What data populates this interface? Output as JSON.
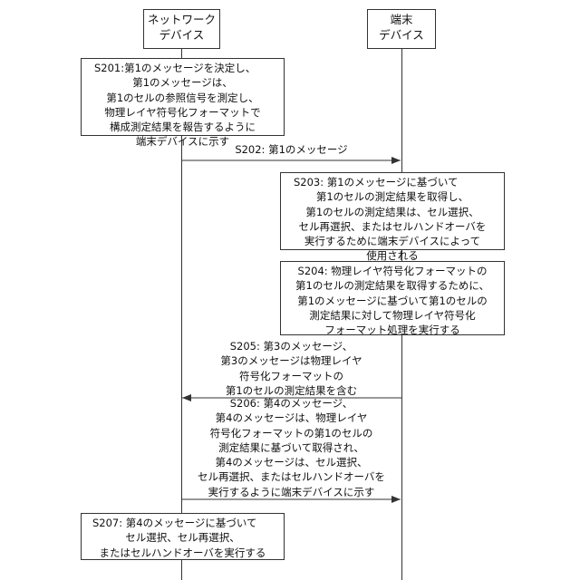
{
  "participants": {
    "network": [
      "ネットワーク",
      "デバイス"
    ],
    "terminal": [
      "端末",
      "デバイス"
    ]
  },
  "steps": {
    "s201": [
      "S201:第1のメッセージを決定し、",
      "第1のメッセージは、",
      "第1のセルの参照信号を測定し、",
      "物理レイヤ符号化フォーマットで",
      "構成測定結果を報告するように",
      "端末デバイスに示す"
    ],
    "s202": [
      "S202: 第1のメッセージ"
    ],
    "s203": [
      "S203: 第1のメッセージに基づいて",
      "第1のセルの測定結果を取得し、",
      "第1のセルの測定結果は、セル選択、",
      "セル再選択、またはセルハンドオーバを",
      "実行するために端末デバイスによって",
      "使用される"
    ],
    "s204": [
      "S204: 物理レイヤ符号化フォーマットの",
      "第1のセルの測定結果を取得するために、",
      "第1のメッセージに基づいて第1のセルの",
      "測定結果に対して物理レイヤ符号化",
      "フォーマット処理を実行する"
    ],
    "s205": [
      "S205: 第3のメッセージ、",
      "第3のメッセージは物理レイヤ",
      "符号化フォーマットの",
      "第1のセルの測定結果を含む"
    ],
    "s206": [
      "S206: 第4のメッセージ、",
      "第4のメッセージは、物理レイヤ",
      "符号化フォーマットの第1のセルの",
      "測定結果に基づいて取得され、",
      "第4のメッセージは、セル選択、",
      "セル再選択、またはセルハンドオーバを",
      "実行するように端末デバイスに示す"
    ],
    "s207": [
      "S207: 第4のメッセージに基づいて",
      "セル選択、セル再選択、",
      "またはセルハンドオーバを実行する"
    ]
  }
}
